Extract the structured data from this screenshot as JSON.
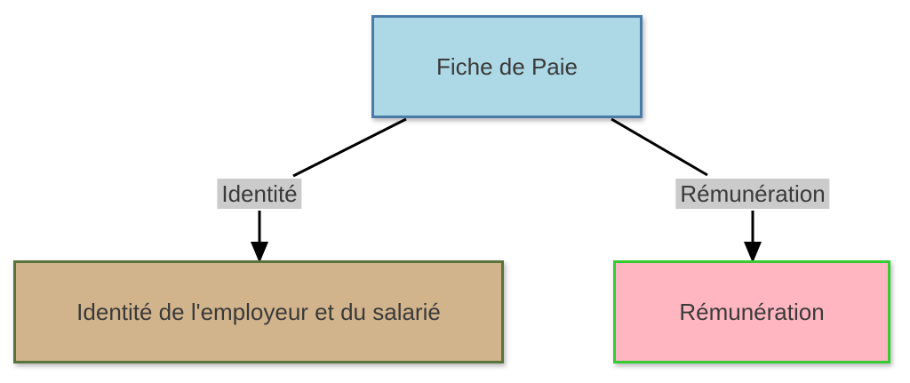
{
  "diagram": {
    "nodes": {
      "root": {
        "label": "Fiche de Paie"
      },
      "identity": {
        "label": "Identité de l'employeur et du salarié"
      },
      "remuneration": {
        "label": "Rémunération"
      }
    },
    "edges": [
      {
        "label": "Identité"
      },
      {
        "label": "Rémunération"
      }
    ],
    "colors": {
      "root_fill": "#ADD8E6",
      "root_border": "#4A7BA8",
      "identity_fill": "#D2B48C",
      "identity_border": "#5A733C",
      "remuneration_fill": "#FFB6C1",
      "remuneration_border": "#33CC33",
      "edge_label_background": "#CBCBCB",
      "connector_line": "#000000",
      "text": "#3A3A3A",
      "background": "#FFFFFF"
    }
  }
}
